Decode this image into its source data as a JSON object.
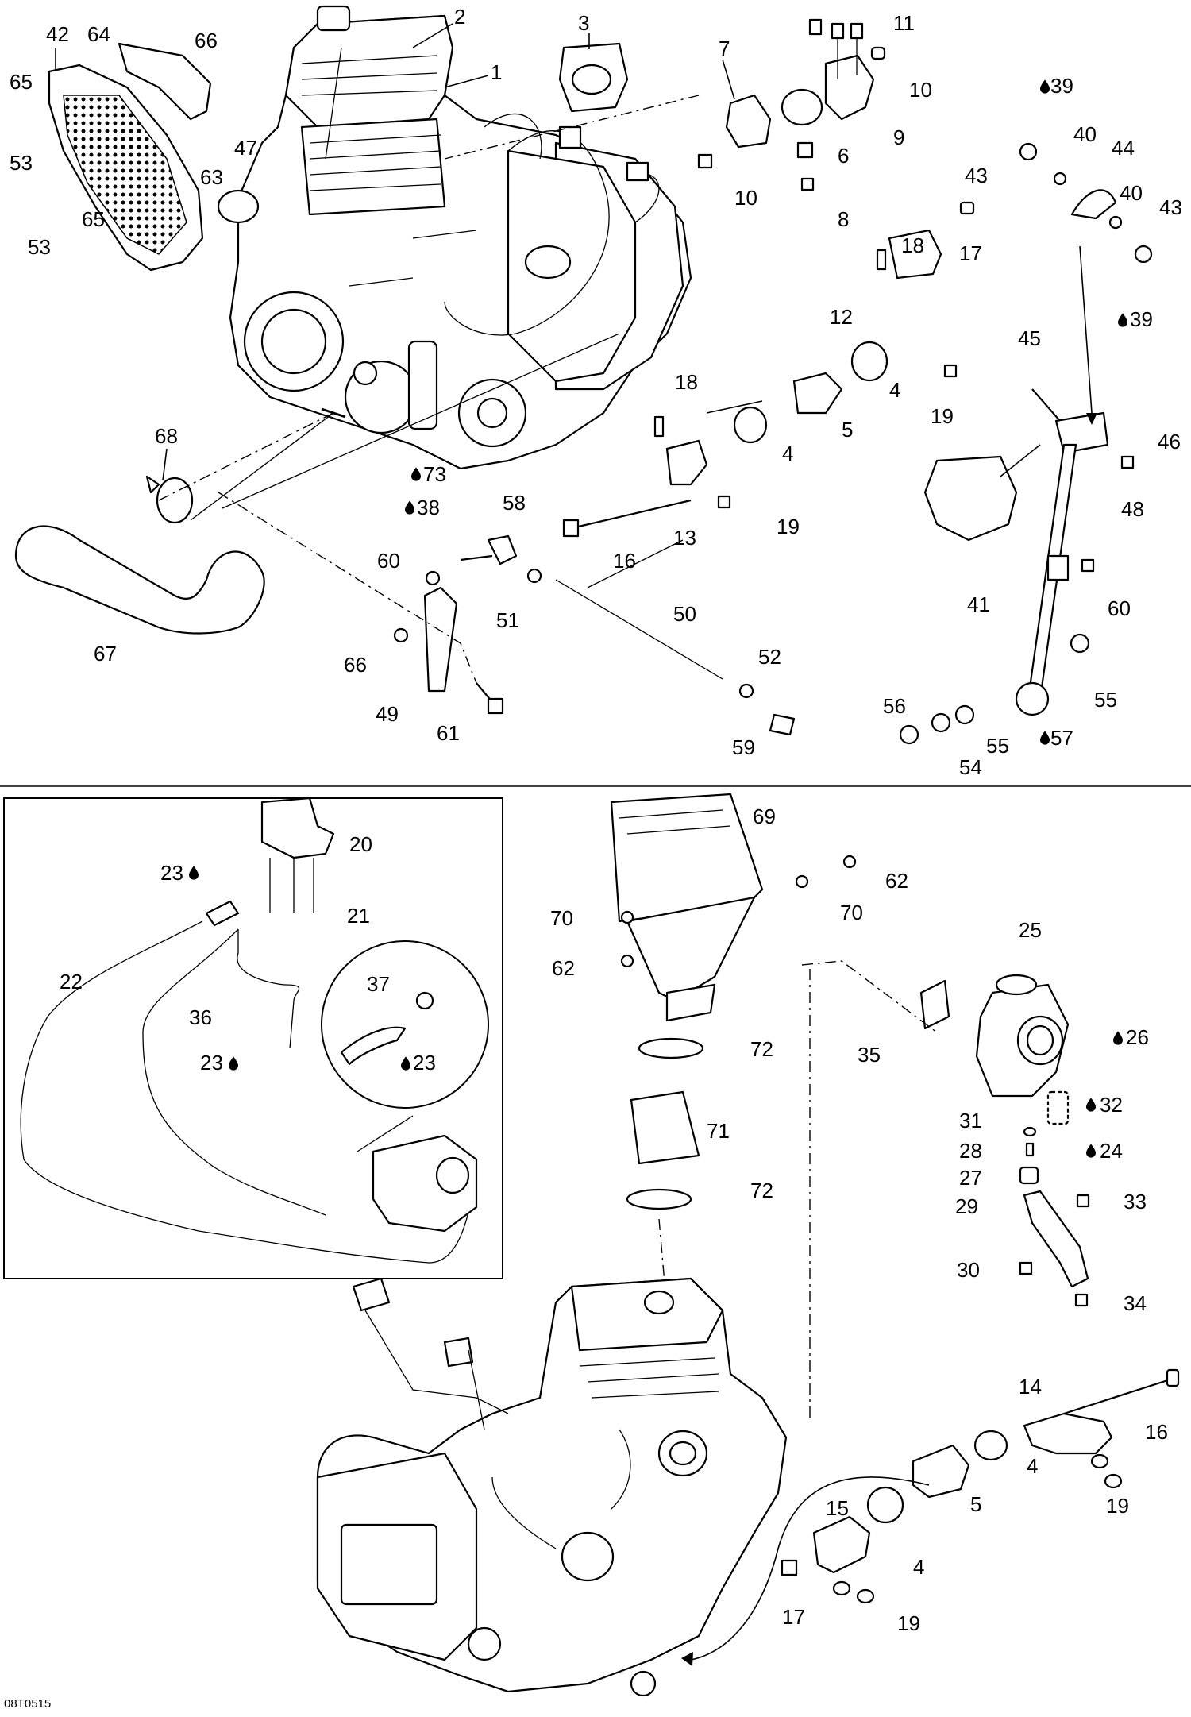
{
  "figure_ref": "08T0515",
  "callouts": {
    "c1": "1",
    "c2": "2",
    "c3": "3",
    "c4a": "4",
    "c4b": "4",
    "c4c": "4",
    "c4d": "4",
    "c5a": "5",
    "c5b": "5",
    "c6": "6",
    "c7": "7",
    "c8": "8",
    "c9": "9",
    "c10a": "10",
    "c10b": "10",
    "c11": "11",
    "c12": "12",
    "c13": "13",
    "c14": "14",
    "c15": "15",
    "c16a": "16",
    "c16b": "16",
    "c17a": "17",
    "c17b": "17",
    "c18a": "18",
    "c18b": "18",
    "c19a": "19",
    "c19b": "19",
    "c19c": "19",
    "c19d": "19",
    "c20": "20",
    "c21": "21",
    "c22": "22",
    "c23a": "23",
    "c23b": "23",
    "c23c": "23",
    "c24": "24",
    "c25": "25",
    "c26": "26",
    "c27": "27",
    "c28": "28",
    "c29": "29",
    "c30": "30",
    "c31": "31",
    "c32": "32",
    "c33": "33",
    "c34": "34",
    "c35": "35",
    "c36": "36",
    "c37": "37",
    "c38": "38",
    "c39a": "39",
    "c39b": "39",
    "c40a": "40",
    "c40b": "40",
    "c41": "41",
    "c42": "42",
    "c43a": "43",
    "c43b": "43",
    "c44": "44",
    "c45": "45",
    "c46": "46",
    "c47": "47",
    "c48": "48",
    "c49": "49",
    "c50": "50",
    "c51": "51",
    "c52": "52",
    "c53a": "53",
    "c53b": "53",
    "c54": "54",
    "c55a": "55",
    "c55b": "55",
    "c56": "56",
    "c57": "57",
    "c58": "58",
    "c59": "59",
    "c60a": "60",
    "c60b": "60",
    "c61": "61",
    "c62a": "62",
    "c62b": "62",
    "c63": "63",
    "c64": "64",
    "c65a": "65",
    "c65b": "65",
    "c66a": "66",
    "c66b": "66",
    "c67": "67",
    "c68": "68",
    "c69": "69",
    "c70a": "70",
    "c70b": "70",
    "c71": "71",
    "c72a": "72",
    "c72b": "72",
    "c73": "73"
  },
  "icons": {
    "lubricant": "oil-drop-icon"
  }
}
